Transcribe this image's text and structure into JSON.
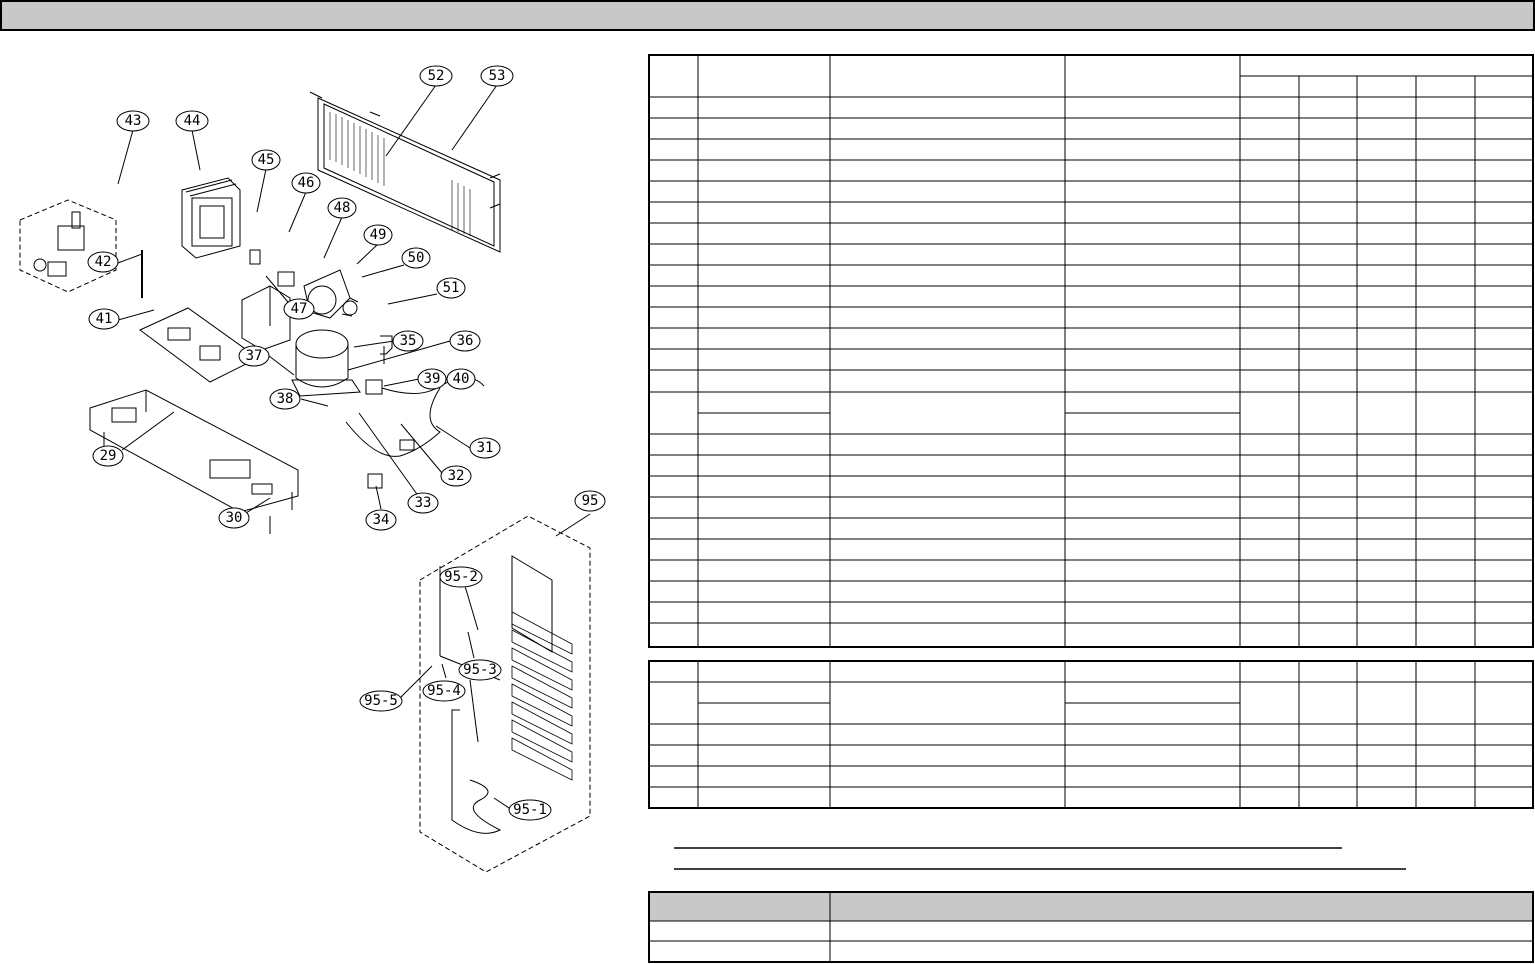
{
  "header_bar": {
    "text": ""
  },
  "callouts": {
    "c43": "43",
    "c44": "44",
    "c45": "45",
    "c46": "46",
    "c48": "48",
    "c49": "49",
    "c50": "50",
    "c51": "51",
    "c52": "52",
    "c53": "53",
    "c42": "42",
    "c41": "41",
    "c47": "47",
    "c35": "35",
    "c36": "36",
    "c37": "37",
    "c38": "38",
    "c39": "39",
    "c40": "40",
    "c29": "29",
    "c31": "31",
    "c32": "32",
    "c30": "30",
    "c33": "33",
    "c34": "34",
    "c95": "95",
    "c95_2": "95-2",
    "c95_3": "95-3",
    "c95_4": "95-4",
    "c95_5": "95-5",
    "c95_1": "95-1"
  },
  "parts_table": {
    "rows_visible": 26,
    "text": ""
  },
  "sub_table": {
    "rows_visible": 7,
    "text": ""
  },
  "legend_table": {
    "rows_visible": 3,
    "text": ""
  }
}
